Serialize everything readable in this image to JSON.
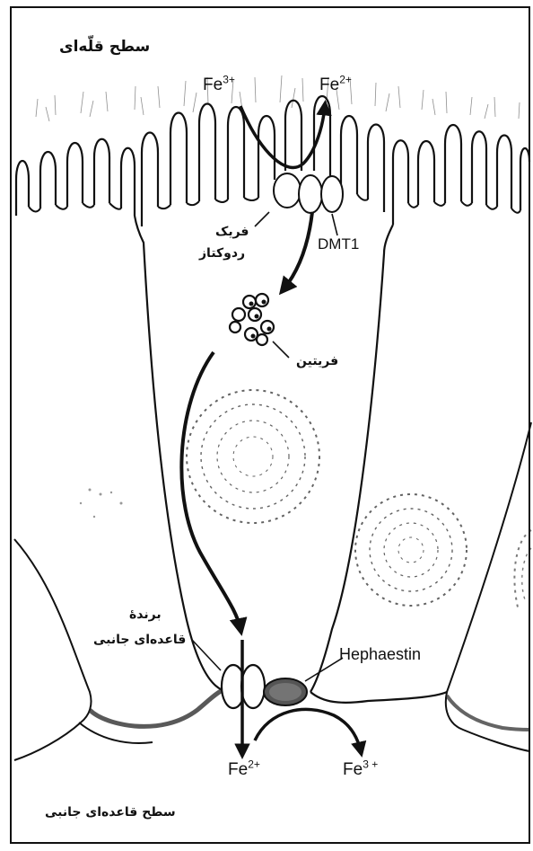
{
  "labels": {
    "apical_surface": "سطح قلّه‌ای",
    "basolateral_surface": "سطح قاعده‌ای جانبی",
    "ferric_reductase_line1": "فریک",
    "ferric_reductase_line2": "ردوکتاز",
    "dmt1": "DMT1",
    "ferritin": "فریتین",
    "basolateral_carrier_line1": "برندۀ",
    "basolateral_carrier_line2": "قاعده‌ای جانبی",
    "hephaestin": "Hephaestin"
  },
  "ions": {
    "apical_fe3": {
      "base": "Fe",
      "charge": "3+"
    },
    "apical_fe2": {
      "base": "Fe",
      "charge": "2+"
    },
    "basal_fe2": {
      "base": "Fe",
      "charge": "2+"
    },
    "basal_fe3": {
      "base": "Fe",
      "charge": "3 +"
    }
  },
  "colors": {
    "ink": "#111111",
    "paper": "#ffffff"
  }
}
